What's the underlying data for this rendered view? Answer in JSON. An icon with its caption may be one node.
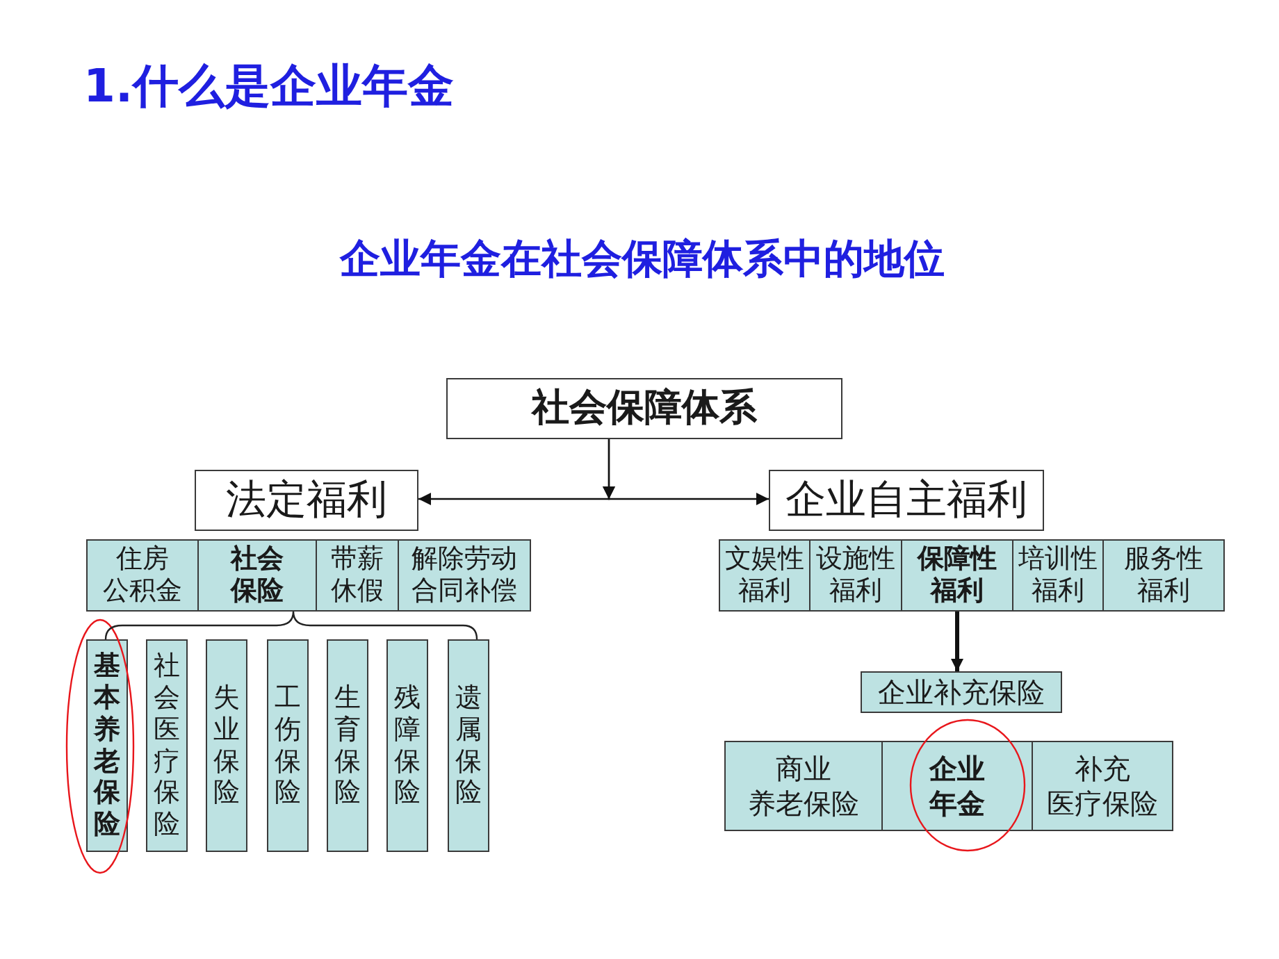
{
  "diagram": {
    "title": "1.什么是企业年金",
    "nodes": [
      {
        "text": [
          "社会保障体系"
        ]
      },
      {
        "text": [
          "法定福利"
        ]
      },
      {
        "text": [
          "企业自主福利"
        ]
      },
      {
        "text": [
          "住房公积金"
        ]
      },
      {
        "text": [
          "社会保险"
        ]
      },
      {
        "text": [
          "带薪休假"
        ]
      },
      {
        "text": [
          "解除劳动合同补偿"
        ]
      },
      {
        "text": [
          "基本养老保险"
        ]
      },
      {
        "text": [
          "社会医疗保险"
        ]
      },
      {
        "text": [
          "失业保险"
        ]
      },
      {
        "text": [
          "工伤保险"
        ]
      },
      {
        "text": [
          "生育保险"
        ]
      },
      {
        "text": [
          "残障保险"
        ]
      },
      {
        "text": [
          "遗属保险"
        ]
      },
      {
        "text": [
          "文娱性福利"
        ]
      },
      {
        "text": [
          "设施性福利"
        ]
      },
      {
        "text": [
          "保障性福利"
        ]
      },
      {
        "text": [
          "培训性福利"
        ]
      },
      {
        "text": [
          "服务性福利"
        ]
      },
      {
        "text": [
          "企业补充保险"
        ]
      },
      {
        "text": [
          "商业养老保险"
        ]
      },
      {
        "text": [
          "企业年金"
        ]
      },
      {
        "text": [
          "补充医疗保险"
        ]
      }
    ],
    "edges": [
      {
        "from": 0,
        "to": 1,
        "arrow": "to"
      },
      {
        "from": 0,
        "to": 2,
        "arrow": "to"
      },
      {
        "from": 16,
        "to": 19,
        "arrow": "to",
        "style": "thick"
      }
    ],
    "labels": [
      "企业年金在社会保障体系中的地位"
    ]
  }
}
